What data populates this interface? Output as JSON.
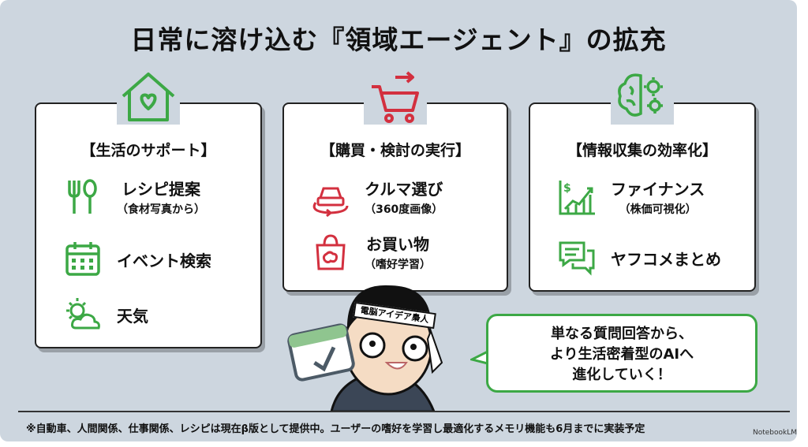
{
  "title": "日常に溶け込む『領域エージェント』の拡充",
  "cards": [
    {
      "heading": "【生活のサポート】",
      "icon": "house-heart-icon",
      "items": [
        {
          "main": "レシピ提案",
          "sub": "（食材写真から）",
          "icon": "fork-spoon-icon"
        },
        {
          "main": "イベント検索",
          "sub": "",
          "icon": "calendar-icon"
        },
        {
          "main": "天気",
          "sub": "",
          "icon": "sun-cloud-icon"
        }
      ]
    },
    {
      "heading": "【購買・検討の実行】",
      "icon": "cart-arrow-icon",
      "items": [
        {
          "main": "クルマ選び",
          "sub": "（360度画像）",
          "icon": "car-360-icon"
        },
        {
          "main": "お買い物",
          "sub": "（嗜好学習）",
          "icon": "shopping-bag-brain-icon"
        }
      ]
    },
    {
      "heading": "【情報収集の効率化】",
      "icon": "brain-gear-icon",
      "items": [
        {
          "main": "ファイナンス",
          "sub": "（株価可視化）",
          "icon": "stock-chart-icon"
        },
        {
          "main": "ヤフコメまとめ",
          "sub": "",
          "icon": "chat-bubbles-icon"
        }
      ]
    }
  ],
  "character": {
    "headband": "電脳アイデア梟人"
  },
  "bubble": {
    "lines": [
      "単なる質問回答から、",
      "より生活密着型のAIへ",
      "進化していく！"
    ]
  },
  "footnote": "※自動車、人間関係、仕事関係、レシピは現在β版として提供中。ユーザーの嗜好を学習し最適化するメモリ機能も6月までに実装予定",
  "brand": "NotebookLM",
  "colors": {
    "green": "#3ca845",
    "red": "#d3303f",
    "background": "#cdd6df"
  }
}
